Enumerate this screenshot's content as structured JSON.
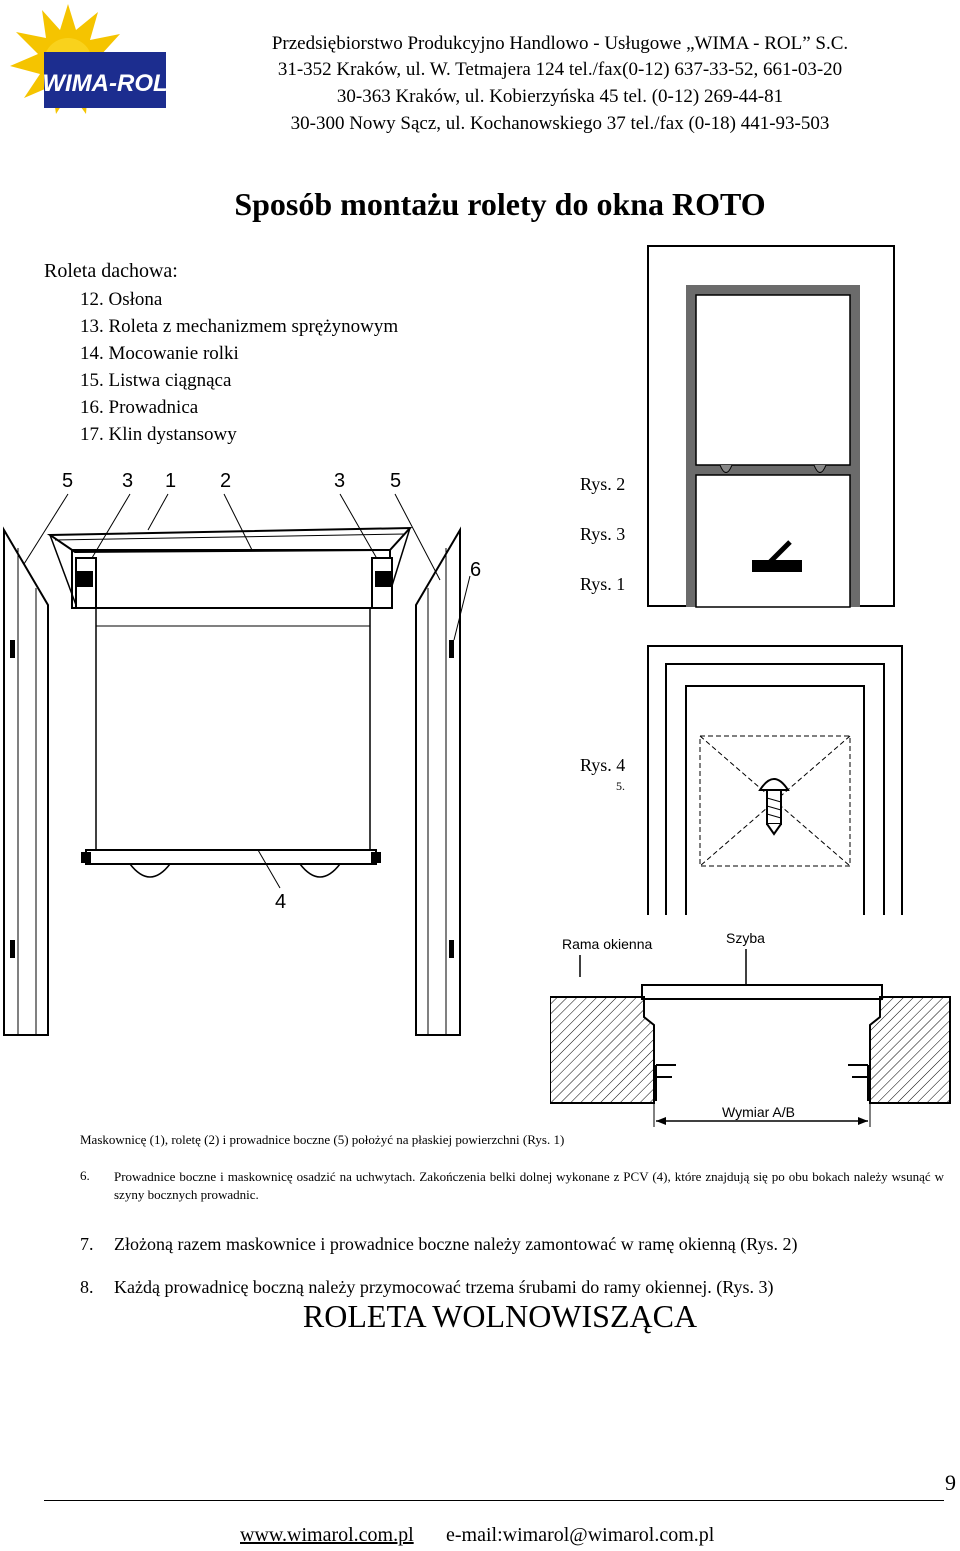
{
  "logo": {
    "text": "WIMA-ROL"
  },
  "header": {
    "lines": [
      "Przedsiębiorstwo Produkcyjno Handlowo - Usługowe „WIMA - ROL” S.C.",
      "31-352 Kraków, ul. W. Tetmajera 124 tel./fax(0-12) 637-33-52, 661-03-20",
      "30-363 Kraków, ul. Kobierzyńska 45 tel. (0-12) 269-44-81",
      "30-300 Nowy Sącz, ul. Kochanowskiego 37 tel./fax (0-18) 441-93-503"
    ]
  },
  "title": "Sposób montażu rolety do okna ROTO",
  "section_label": "Roleta dachowa:",
  "parts": [
    "12. Osłona",
    "13. Roleta z mechanizmem sprężynowym",
    "14. Mocowanie rolki",
    "15. Listwa ciągnąca",
    "16. Prowadnica",
    "17. Klin dystansowy"
  ],
  "figure_refs": {
    "rys2": "Rys. 2",
    "rys3": "Rys. 3",
    "rys1": "Rys. 1",
    "rys4": "Rys. 4",
    "rys4_sub": "5."
  },
  "drawing_labels": {
    "d5a": "5",
    "d3a": "3",
    "d1": "1",
    "d2": "2",
    "d3b": "3",
    "d5b": "5",
    "d6": "6",
    "d4": "4",
    "rama": "Rama okienna",
    "szyba": "Szyba",
    "wymiar": "Wymiar A/B"
  },
  "instructions": {
    "note": "Maskownicę (1), roletę (2) i prowadnice boczne (5) położyć na płaskiej powierzchni (Rys. 1)",
    "step6_num": "6.",
    "step6": "Prowadnice boczne i maskownicę osadzić na uchwytach. Zakończenia belki dolnej wykonane z PCV (4), które znajdują się po obu bokach należy wsunąć w szyny bocznych prowadnic.",
    "step7_num": "7.",
    "step7": "Złożoną razem maskownice i prowadnice boczne należy zamontować w ramę okienną (Rys. 2)",
    "step8_num": "8.",
    "step8": "Każdą prowadnicę boczną należy przymocować trzema śrubami do ramy okiennej. (Rys. 3)"
  },
  "section_title": "ROLETA WOLNOWISZĄCA",
  "page_number": "9",
  "footer": {
    "website": "www.wimarol.com.pl",
    "email": "e-mail:wimarol@wimarol.com.pl"
  },
  "colors": {
    "logo_blue": "#1c2d8f",
    "logo_yellow": "#f5c400",
    "ink": "#000000"
  }
}
